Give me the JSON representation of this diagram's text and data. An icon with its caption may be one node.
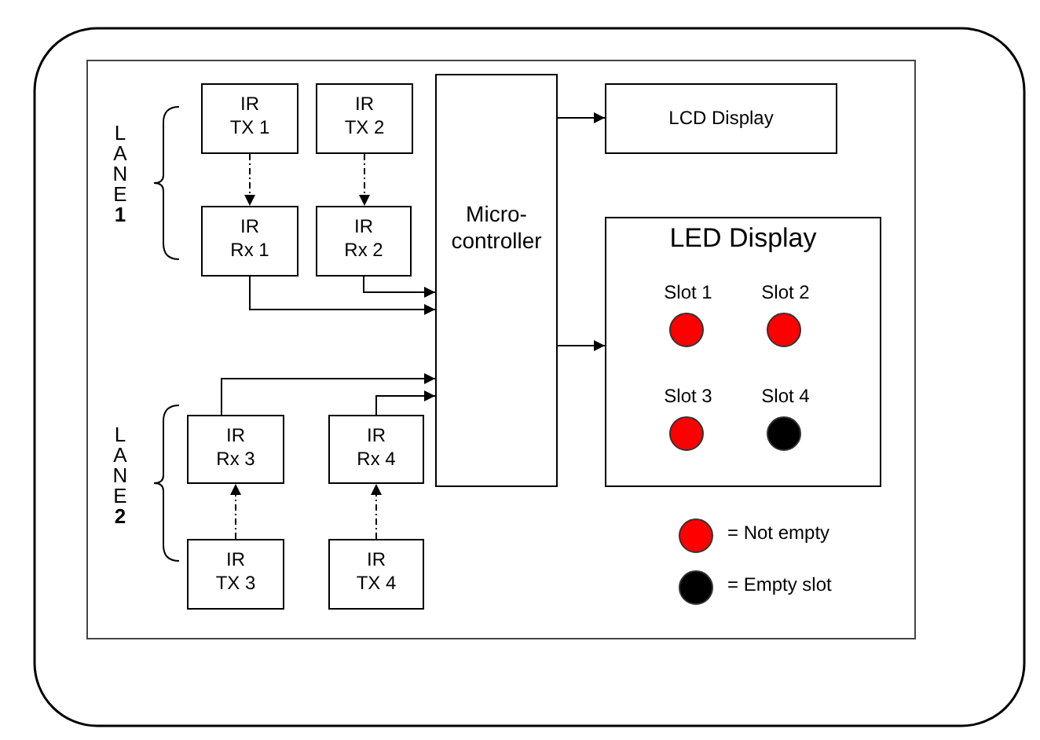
{
  "diagram": {
    "nodes": [
      {
        "text": [
          "IR TX 1"
        ]
      },
      {
        "text": [
          "IR TX 2"
        ]
      },
      {
        "text": [
          "IR Rx 1"
        ]
      },
      {
        "text": [
          "IR Rx 2"
        ]
      },
      {
        "text": [
          "Micro-controller"
        ]
      },
      {
        "text": [
          "LCD Display"
        ]
      },
      {
        "text": [
          "LED Display"
        ]
      },
      {
        "text": [],
        "shape": "circle",
        "beside": [
          "Slot 1"
        ],
        "in": 6
      },
      {
        "text": [],
        "shape": "circle",
        "beside": [
          "Slot 2"
        ],
        "in": 6
      },
      {
        "text": [],
        "shape": "circle",
        "beside": [
          "Slot 3"
        ],
        "in": 6
      },
      {
        "text": [],
        "shape": "circle",
        "beside": [
          "Slot 4"
        ],
        "in": 6
      },
      {
        "text": [
          "IR Rx 3"
        ]
      },
      {
        "text": [
          "IR Rx 4"
        ]
      },
      {
        "text": [
          "IR TX 3"
        ]
      },
      {
        "text": [
          "IR TX 4"
        ]
      }
    ],
    "edges": [
      {
        "from": 0,
        "to": 2,
        "arrow": "to",
        "style": "dashed"
      },
      {
        "from": 1,
        "to": 3,
        "arrow": "to",
        "style": "dashed"
      },
      {
        "from": 3,
        "to": 4,
        "arrow": "to"
      },
      {
        "from": 2,
        "to": 4,
        "arrow": "to"
      },
      {
        "from": 11,
        "to": 4,
        "arrow": "to"
      },
      {
        "from": 12,
        "to": 4,
        "arrow": "to"
      },
      {
        "from": 13,
        "to": 11,
        "arrow": "to",
        "style": "dashed"
      },
      {
        "from": 14,
        "to": 12,
        "arrow": "to",
        "style": "dashed"
      },
      {
        "from": 4,
        "to": 5,
        "arrow": "to"
      },
      {
        "from": 4,
        "to": 6,
        "arrow": "to"
      }
    ],
    "labels": [
      "LANE **1**",
      "LANE **2**"
    ],
    "legend": [
      {
        "text": "= Not empty",
        "color": "#ff0000"
      },
      {
        "text": "= Empty slot",
        "color": "#000000"
      }
    ]
  }
}
